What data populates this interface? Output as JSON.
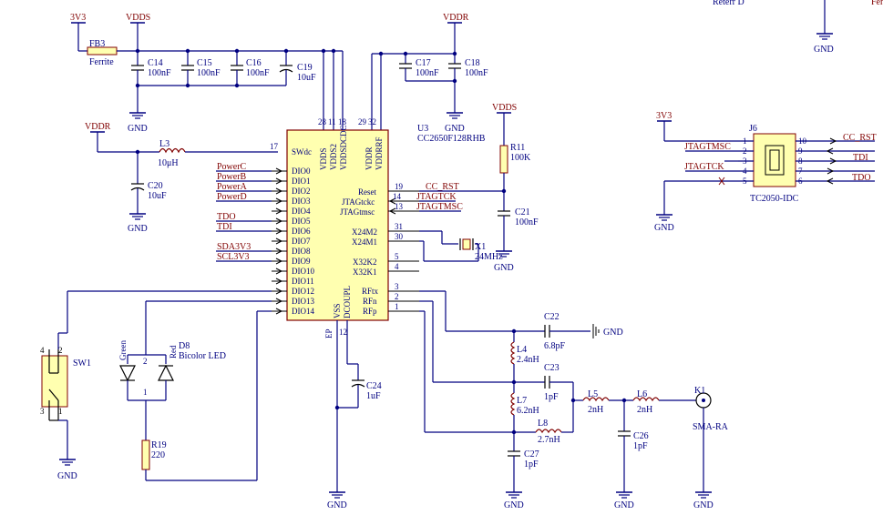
{
  "top_right": {
    "partial_label": "Reterr D",
    "partial_edge": "Ferri"
  },
  "power": {
    "v3": "3V3",
    "vdds": "VDDS",
    "vddr": "VDDR",
    "gnd": "GND"
  },
  "fb3": {
    "ref": "FB3",
    "value": "Ferrite"
  },
  "c14": {
    "ref": "C14",
    "value": "100nF"
  },
  "c15": {
    "ref": "C15",
    "value": "100nF"
  },
  "c16": {
    "ref": "C16",
    "value": "100nF"
  },
  "c19": {
    "ref": "C19",
    "value": "10uF"
  },
  "c17": {
    "ref": "C17",
    "value": "100nF"
  },
  "c18": {
    "ref": "C18",
    "value": "100nF"
  },
  "l3": {
    "ref": "L3",
    "value": "10μH"
  },
  "c20": {
    "ref": "C20",
    "value": "10uF"
  },
  "u3": {
    "ref": "U3",
    "part": "CC2650F128RHB",
    "left_pins": [
      "SWdc",
      "DIO0",
      "DIO1",
      "DIO2",
      "DIO3",
      "DIO4",
      "DIO5",
      "DIO6",
      "DIO7",
      "DIO8",
      "DIO9",
      "DIO10",
      "DIO11",
      "DIO12",
      "DIO13",
      "DIO14"
    ],
    "top_pins": [
      "VDDS",
      "VDDS2",
      "VDDSDCDC",
      "VDDR",
      "VDDRRF"
    ],
    "top_nums": [
      "28",
      "11",
      "18",
      "29",
      "32"
    ],
    "right_pins": [
      "Reset",
      "JTAGtckc",
      "JTAGtmsc",
      "X24M2",
      "X24M1",
      "X32K2",
      "X32K1",
      "RFtx",
      "RFn",
      "RFp"
    ],
    "right_nums": [
      "19",
      "14",
      "13",
      "31",
      "30",
      "5",
      "4",
      "3",
      "2",
      "1"
    ],
    "bottom_pins": [
      "VSS",
      "DCOUPL",
      "EP"
    ],
    "bottom_nums": [
      "12"
    ],
    "swdc_num": "17"
  },
  "nets": {
    "powerc": "PowerC",
    "powerb": "PowerB",
    "powera": "PowerA",
    "powerd": "PowerD",
    "tdo": "TDO",
    "tdi": "TDI",
    "sda": "SDA3V3",
    "scl": "SCL3V3",
    "cc_rst": "CC_RST",
    "jtagtck": "JTAGTCK",
    "jtagtmsc": "JTAGTMSC"
  },
  "r11": {
    "ref": "R11",
    "value": "100K"
  },
  "c21": {
    "ref": "C21",
    "value": "100nF"
  },
  "x1": {
    "ref": "X1",
    "value": "24MHz"
  },
  "c22": {
    "ref": "C22",
    "value": "6.8pF"
  },
  "l4": {
    "ref": "L4",
    "value": "2.4nH"
  },
  "c23": {
    "ref": "C23",
    "value": "1pF"
  },
  "l7": {
    "ref": "L7",
    "value": "6.2nH"
  },
  "l8": {
    "ref": "L8",
    "value": "2.7nH"
  },
  "c27": {
    "ref": "C27",
    "value": "1pF"
  },
  "l5": {
    "ref": "L5",
    "value": "2nH"
  },
  "l6": {
    "ref": "L6",
    "value": "2nH"
  },
  "c26": {
    "ref": "C26",
    "value": "1pF"
  },
  "k1": {
    "ref": "K1",
    "value": "SMA-RA"
  },
  "c24": {
    "ref": "C24",
    "value": "1uF"
  },
  "sw1": {
    "ref": "SW1",
    "pins": [
      "4",
      "2",
      "3",
      "1"
    ]
  },
  "d8": {
    "ref": "D8",
    "value": "Bicolor LED",
    "green": "Green",
    "red": "Red",
    "pin2": "2",
    "pin1": "1"
  },
  "r19": {
    "ref": "R19",
    "value": "220"
  },
  "j6": {
    "ref": "J6",
    "value": "TC2050-IDC",
    "left_nums": [
      "1",
      "2",
      "3",
      "4",
      "5"
    ],
    "right_nums": [
      "10",
      "9",
      "8",
      "7",
      "6"
    ],
    "right_nets": [
      "CC_RST",
      "TDI",
      "TDO"
    ]
  },
  "colors": {
    "wire": "#000080",
    "power_label": "#800000",
    "chip_fill": "#ffffb0",
    "chip_outline": "#800000"
  }
}
